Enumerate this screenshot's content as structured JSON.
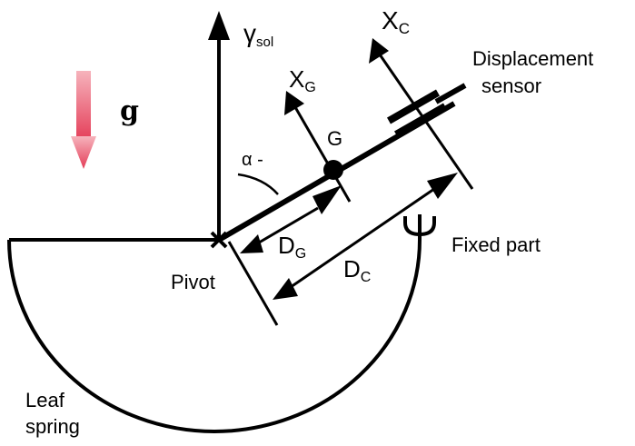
{
  "labels": {
    "g": "g",
    "gamma": "γ",
    "gamma_sub": "sol",
    "xc": "X",
    "xc_sub": "C",
    "xg": "X",
    "xg_sub": "G",
    "g_point": "G",
    "alpha": "α -",
    "displacement_line1": "Displacement",
    "displacement_line2": "sensor",
    "fixed_part": "Fixed part",
    "dg": "D",
    "dg_sub": "G",
    "dc": "D",
    "dc_sub": "C",
    "pivot": "Pivot",
    "leaf_line1": "Leaf",
    "leaf_line2": "spring"
  },
  "colors": {
    "ink": "#000000",
    "gravity_top": "#f4a0ac",
    "gravity_bottom": "#e8405a"
  }
}
